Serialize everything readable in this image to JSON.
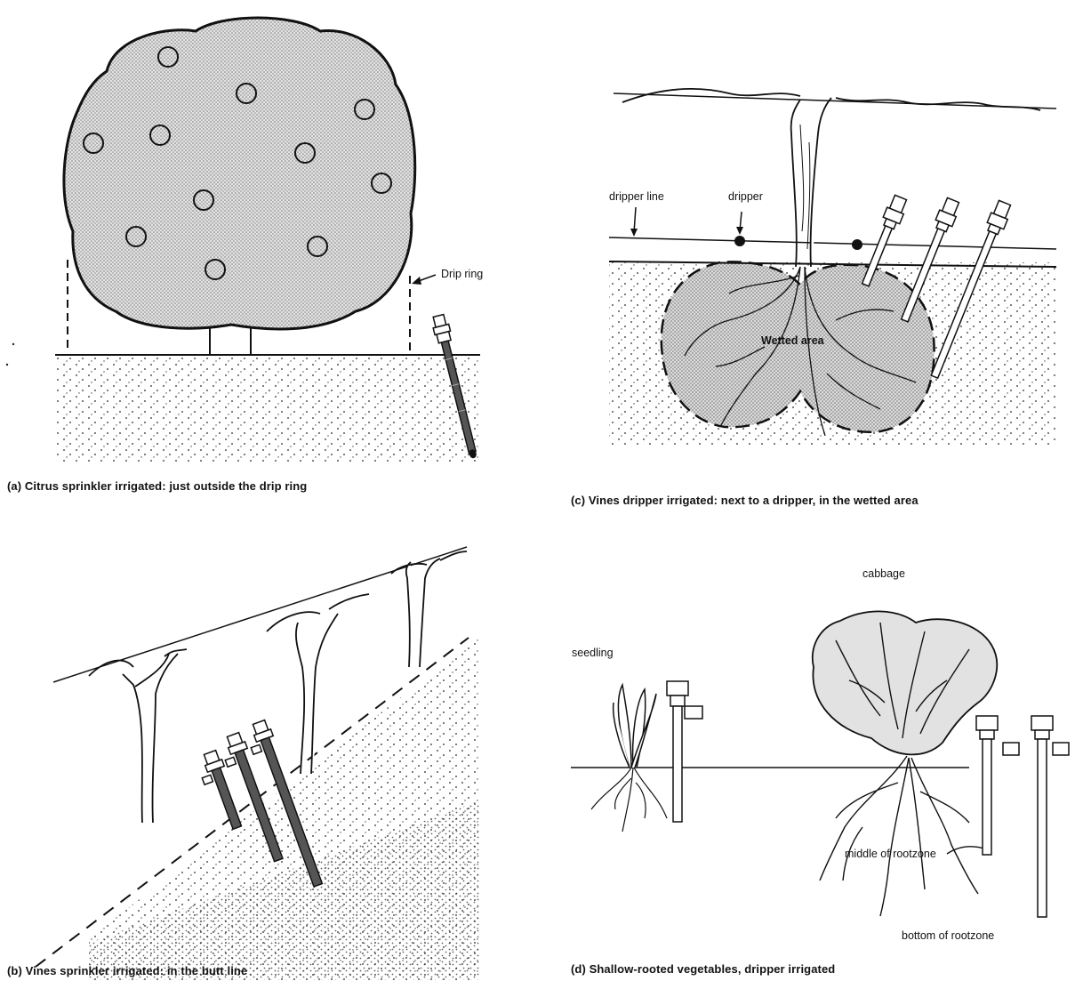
{
  "panels": {
    "a": {
      "caption": "(a)  Citrus sprinkler irrigated: just outside the drip ring",
      "labels": {
        "drip_ring": "Drip ring"
      }
    },
    "b": {
      "caption": "(b)  Vines sprinkler irrigated: in the butt line"
    },
    "c": {
      "caption": "(c)  Vines dripper irrigated: next to a dripper, in the wetted area",
      "labels": {
        "dripper_line": "dripper line",
        "dripper": "dripper",
        "wetted_area": "Wetted area"
      }
    },
    "d": {
      "caption": "(d)  Shallow-rooted vegetables, dripper irrigated",
      "labels": {
        "cabbage": "cabbage",
        "seedling": "seedling",
        "middle_of_rootzone": "middle of rootzone",
        "bottom_of_rootzone": "bottom of rootzone"
      }
    }
  },
  "colors": {
    "ink": "#111111",
    "canopy": "#cfcfcf",
    "wetted": "#c8c8c8"
  }
}
